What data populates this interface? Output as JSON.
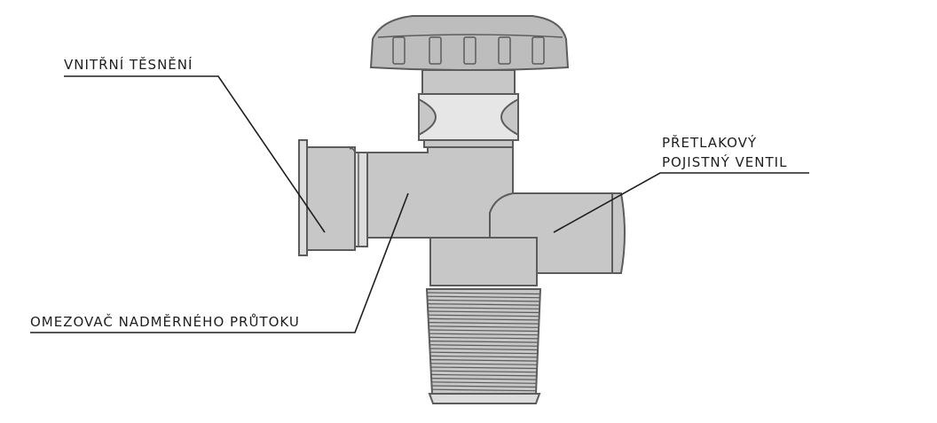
{
  "labels": {
    "inner_seal": "VNITŘNÍ TĚSNĚNÍ",
    "safety_valve_line1": "PŘETLAKOVÝ",
    "safety_valve_line2": "POJISTNÝ VENTIL",
    "flow_limiter": "OMEZOVAČ NADMĚRNÉHO PRŮTOKU"
  },
  "colors": {
    "outline": "#5c5c5c",
    "body_fill": "#c7c7c7",
    "highlight_fill": "#e6e6e6",
    "leader_line": "#1e1e1e",
    "label_text": "#1e1e1e"
  }
}
